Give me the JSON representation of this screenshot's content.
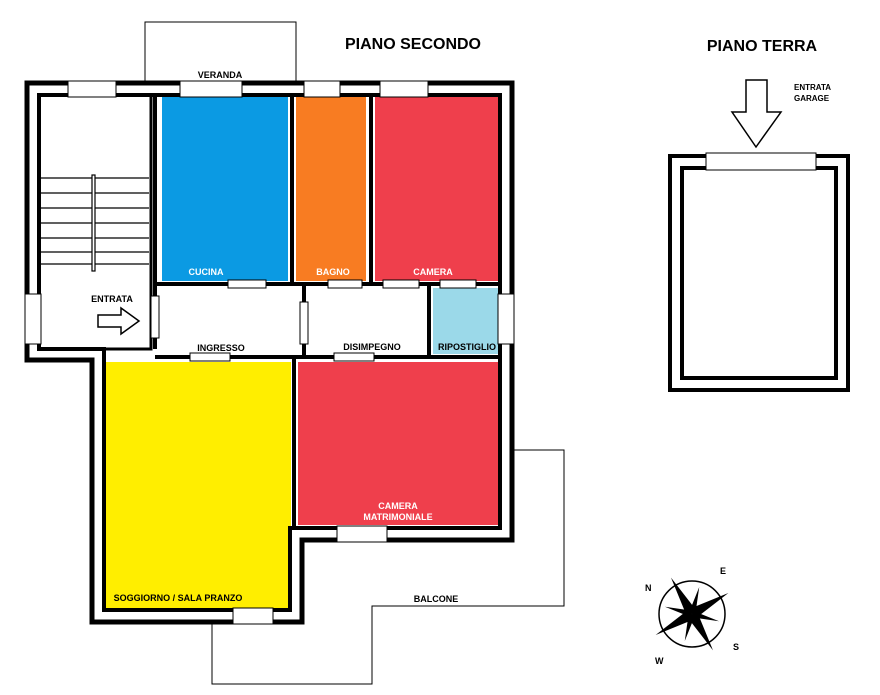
{
  "titles": {
    "piano_secondo": "PIANO SECONDO",
    "piano_terra": "PIANO TERRA"
  },
  "rooms": {
    "cucina": "CUCINA",
    "bagno": "BAGNO",
    "camera": "CAMERA",
    "ripostiglio": "RIPOSTIGLIO",
    "ingresso": "INGRESSO",
    "disimpegno": "DISIMPEGNO",
    "camera_matrimoniale_1": "CAMERA",
    "camera_matrimoniale_2": "MATRIMONIALE",
    "soggiorno": "SOGGIORNO / SALA PRANZO",
    "entrata": "ENTRATA",
    "veranda": "VERANDA",
    "balcone": "BALCONE"
  },
  "garage": {
    "entrata_1": "ENTRATA",
    "entrata_2": "GARAGE"
  },
  "compass": {
    "n": "N",
    "e": "E",
    "s": "S",
    "w": "W"
  },
  "colors": {
    "cucina": "#0b9ae3",
    "bagno": "#f87c22",
    "camera": "#ef3f4c",
    "ripostiglio": "#9bd9e9",
    "soggiorno": "#ffee00",
    "wall": "#000000"
  }
}
